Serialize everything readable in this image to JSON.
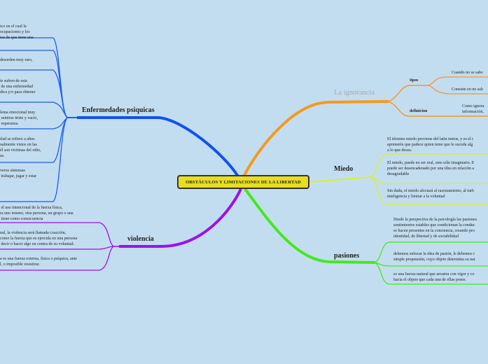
{
  "central": {
    "title": "OBSTÁCULOS Y LIMITACIONES DE LA LIBERTAD"
  },
  "colors": {
    "background": "#c3ddf0",
    "central_fill": "#e8dd1f",
    "enfermedades": "#1c5ef0",
    "violencia": "#9b11f0",
    "ignorancia": "#f59a1c",
    "miedo": "#d6f02a",
    "pasiones": "#42ea1c"
  },
  "branches": {
    "enfermedades": {
      "label": "Enfermedades psiquicas",
      "leaves": [
        "ico en el cual la\nocupaciones y los\nrse de que tiene una",
        "desorden muy raro,",
        "ie sufren de esta\n de una enfermedad\ndica y/o para obtener",
        "lema emocional muy\n sentirse triste y vacío,\n esperanza.",
        "ilad se refiere a altos\nualmente vistos en las\nél son victimas del odio,\nas.",
        "veros síntomas\n trabajar, jugar y estar"
      ]
    },
    "violencia": {
      "label": "violencia",
      "leaves": [
        " el uso intencional de la fuerza física,\nra uno mismo, otra persona, un grupo o una\n tiene como consecuencia",
        "nal, la violencia será llamada coacción,\ncomo la fuerza que es ejercida en una persona\n decir o hacer algo en contra de su voluntad.",
        "a es una fuerza externa, física o psíquica, ante\nl, o imposible resistirse."
      ]
    },
    "ignorancia": {
      "label": "La ignorancia",
      "subtopics": [
        {
          "label": "tipos",
          "leaves": [
            "Cuando no se sabe",
            "Consiste en no sab"
          ]
        },
        {
          "label": "definicion",
          "leaves": [
            "Como ignora\ninformación,"
          ]
        }
      ]
    },
    "miedo": {
      "label": "Miedo",
      "leaves": [
        "El término miedo proviene del latín metus, y es el r\naprensión que padece quien teme que le suceda alg\na lo que desea.",
        "El miedo, puede no ser real, sino sólo imaginario. E\npuede ser desencadenado por una idea en relación a\ndesagradable",
        "Sin duda, el miedo afectará al razonamiento, al turb\ninteligencia y limitar a la voluntad"
      ]
    },
    "pasiones": {
      "label": "pasiones",
      "leaves": [
        "Desde la perspectiva de la psicología las pasiones\nsentimientos estables que condicionan la conduc\nse hacen presentes en la conciencia, creando pro\nidentidad, de libertad y de sociabilidad",
        "debemos enfocar la idea de pasión, le debemos r\nsimple propensión, cuyo objeto determina su nat",
        "es una fuerza natural que arrastra con vigor y co\nhacia el objeto que cada una de ellas posee."
      ]
    }
  }
}
